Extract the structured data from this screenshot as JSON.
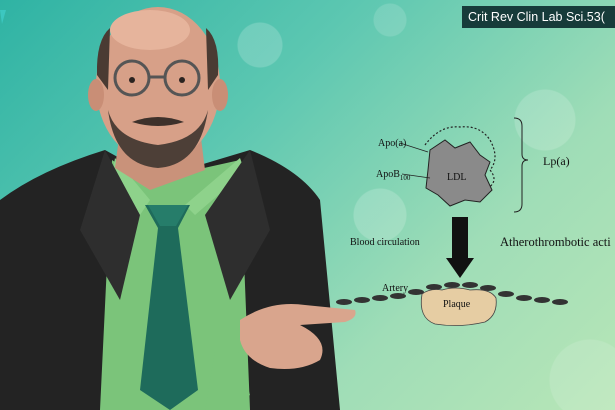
{
  "overlay": {
    "citation": "Crit Rev Clin Lab Sci.53("
  },
  "diagram": {
    "labels": {
      "apo_a": "Apo(a)",
      "apob": "ApoB",
      "apob_sub": "100",
      "ldl": "LDL",
      "lpa": "Lp(a)",
      "blood_circulation": "Blood circulation",
      "atherothrombotic": "Atherothrombotic acti",
      "artery": "Artery",
      "plaque": "Plaque"
    },
    "colors": {
      "ldl_particle": "#8a8a8a",
      "plaque": "#e6cda3",
      "arrow": "#111111"
    }
  },
  "colors": {
    "background_top": "#2fb3a4",
    "background_bottom": "#b8e6b7",
    "citation_bg": "#173b3a",
    "shirt": "#7bc47a",
    "tie": "#1e6b5b",
    "suit": "#232323"
  }
}
